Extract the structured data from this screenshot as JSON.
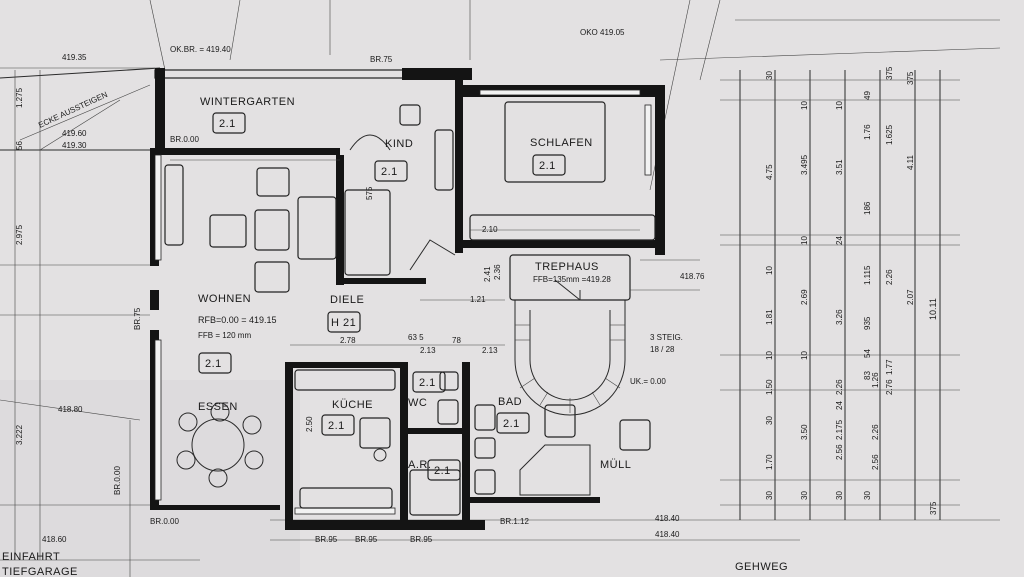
{
  "rooms": {
    "wintergarten": {
      "name": "WINTERGARTEN",
      "code": "2.1"
    },
    "kind": {
      "name": "KIND",
      "code": "2.1"
    },
    "schlafen": {
      "name": "SCHLAFEN",
      "code": "2.1"
    },
    "wohnen": {
      "name": "WOHNEN",
      "code": "2.1",
      "rfb": "RFB=0.00 = 419.15",
      "ffb": "FFB = 120 mm"
    },
    "diele": {
      "name": "DIELE",
      "code": "H 21"
    },
    "treppenhaus": {
      "name": "TREPHAUS",
      "ffb": "FFB=135mm =419.28"
    },
    "essen": {
      "name": "ESSEN"
    },
    "kueche": {
      "name": "KÜCHE",
      "code": "2.1"
    },
    "wc": {
      "name": "WC",
      "code": "2.1"
    },
    "bad": {
      "name": "BAD",
      "code": "2.1"
    },
    "ar": {
      "name": "A.R.",
      "code": "2.1"
    },
    "muell": {
      "name": "MÜLL"
    }
  },
  "annotations": {
    "oko": "OKO 419.05",
    "level_1935": "419.35",
    "ok_br": "OK.BR. = 419.40",
    "ecke": "ECKE AUSSTEIGEN",
    "level_1960": "419.60",
    "level_1930": "419.30",
    "level_1880": "418.80",
    "level_1876": "418.76",
    "level_1860": "418.60",
    "level_1840": "418.40",
    "level_1840b": "418.40",
    "steig": "3 STEIG.",
    "steig_ratio": "18 / 28",
    "uk": "UK.= 0.00",
    "einfahrt": "EINFAHRT",
    "tiefgarage": "TIEFGARAGE",
    "gehweg": "GEHWEG",
    "br_000_a": "BR.0.00",
    "br_000_b": "BR.0.00",
    "br_000_c": "BR.0.00",
    "br_112": "BR.1.12",
    "br_75_a": "BR.75",
    "br_75_b": "BR.75",
    "br_95_a": "BR.95",
    "br_95_b": "BR.95",
    "br_95_c": "BR.95",
    "dim_278": "2.78",
    "dim_213a": "2.13",
    "dim_213b": "2.13",
    "dim_210": "2.10",
    "dim_121": "1.21",
    "dim_236": "2.36",
    "dim_241": "2.41",
    "dim_250": "2.50",
    "dim_575": "575",
    "dim_63": "63 5",
    "dim_78": "78",
    "dim_1275": "1.275",
    "dim_56": "56",
    "dim_3222": "3.222",
    "dim_2975": "2.975"
  },
  "dimensions_right": {
    "col1": [
      "30",
      "4.75",
      "10",
      "1.81",
      "10",
      "1.50",
      "30",
      "1.70",
      "30"
    ],
    "col2": [
      "10",
      "3.495",
      "10",
      "2.69",
      "10",
      "3.50",
      "30"
    ],
    "col3": [
      "10",
      "3.51",
      "24",
      "3.26",
      "24",
      "2.175",
      "2.26",
      "2.56",
      "30"
    ],
    "col4": [
      "49",
      "1.76",
      "186",
      "1.115",
      "935",
      "54",
      "83",
      "1.26",
      "2.26",
      "2.56",
      "30"
    ],
    "col5": [
      "375",
      "1.625",
      "2.26",
      "2.76",
      "1.77"
    ],
    "col6": [
      "375",
      "4.11",
      "2.07",
      "10.11",
      "375"
    ]
  }
}
